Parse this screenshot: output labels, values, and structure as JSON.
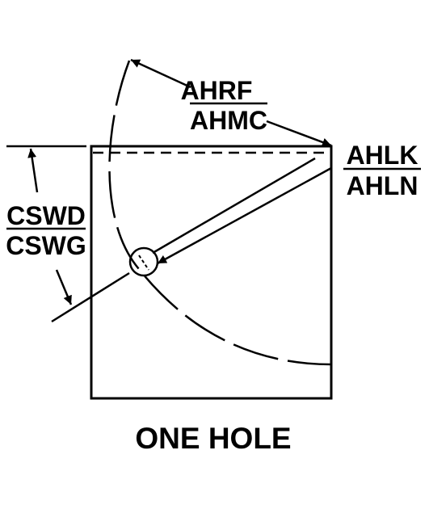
{
  "labels": {
    "arc_angle_top": "AHRF",
    "arc_angle_bottom": "AHMC",
    "hole_location_top": "AHLK",
    "hole_location_bottom": "AHLN",
    "distance_top": "CSWD",
    "distance_bottom": "CSWG",
    "caption": "ONE HOLE"
  },
  "colors": {
    "ink": "#000000",
    "background": "#ffffff"
  }
}
